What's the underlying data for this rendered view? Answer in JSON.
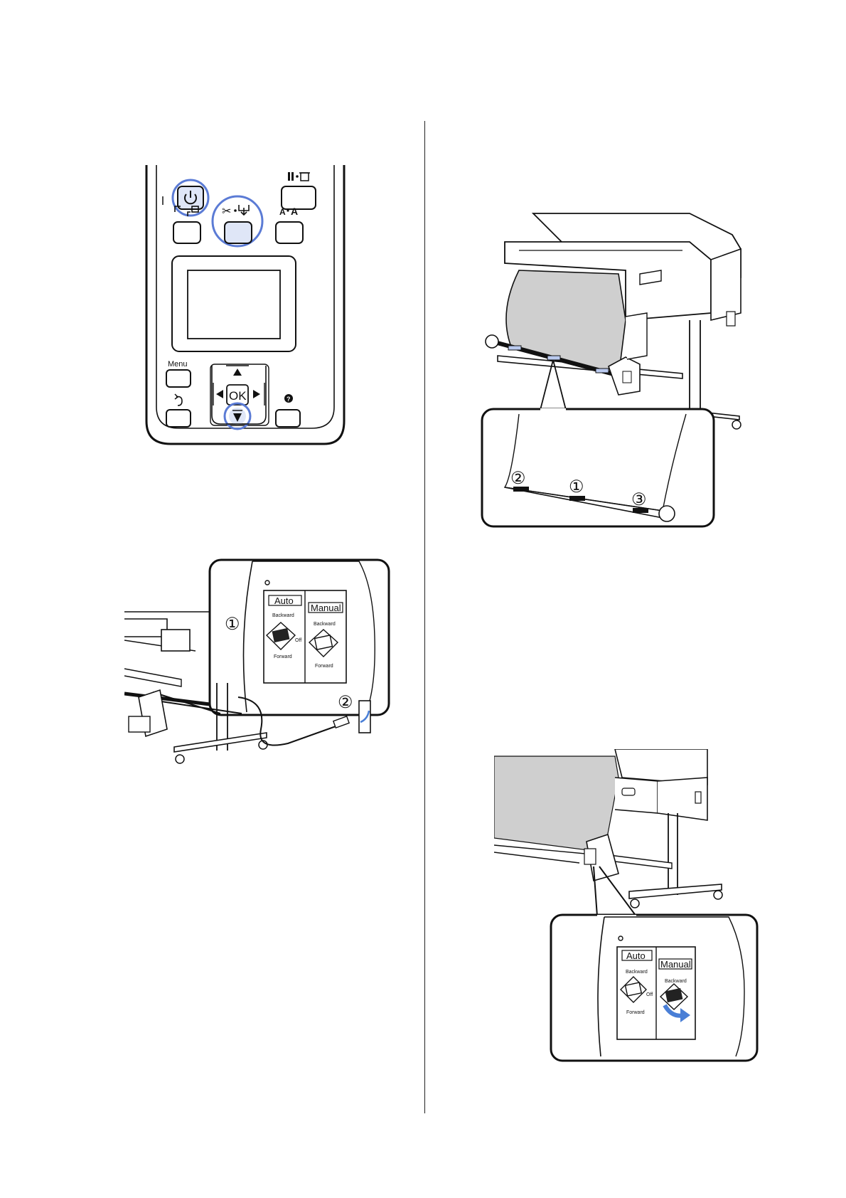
{
  "panel": {
    "menu_label": "Menu",
    "ok_label": "OK",
    "pause_cancel_icon": "pause-delete-icon",
    "power_icon": "power-icon",
    "cut_feed_icon": "cut-feed-icon",
    "paper_source_icon": "paper-source-icon",
    "media_type_icon": "media-type-icon",
    "back_icon": "back-icon",
    "help_icon": "help-icon",
    "highlight_color": "#5b7bd5",
    "highlight_fill": "#dfe6f7"
  },
  "switch_unit": {
    "auto_label": "Auto",
    "manual_label": "Manual",
    "backward_label": "Backward",
    "forward_label": "Forward",
    "off_label": "Off",
    "marker_1": "①",
    "marker_2": "②"
  },
  "paper_tape": {
    "marker_1": "①",
    "marker_2": "②",
    "marker_3": "③"
  },
  "manual_switch": {
    "auto_label": "Auto",
    "manual_label": "Manual",
    "backward_label": "Backward",
    "forward_label": "Forward",
    "off_label": "Off",
    "arrow_color": "#4a7fd6"
  }
}
